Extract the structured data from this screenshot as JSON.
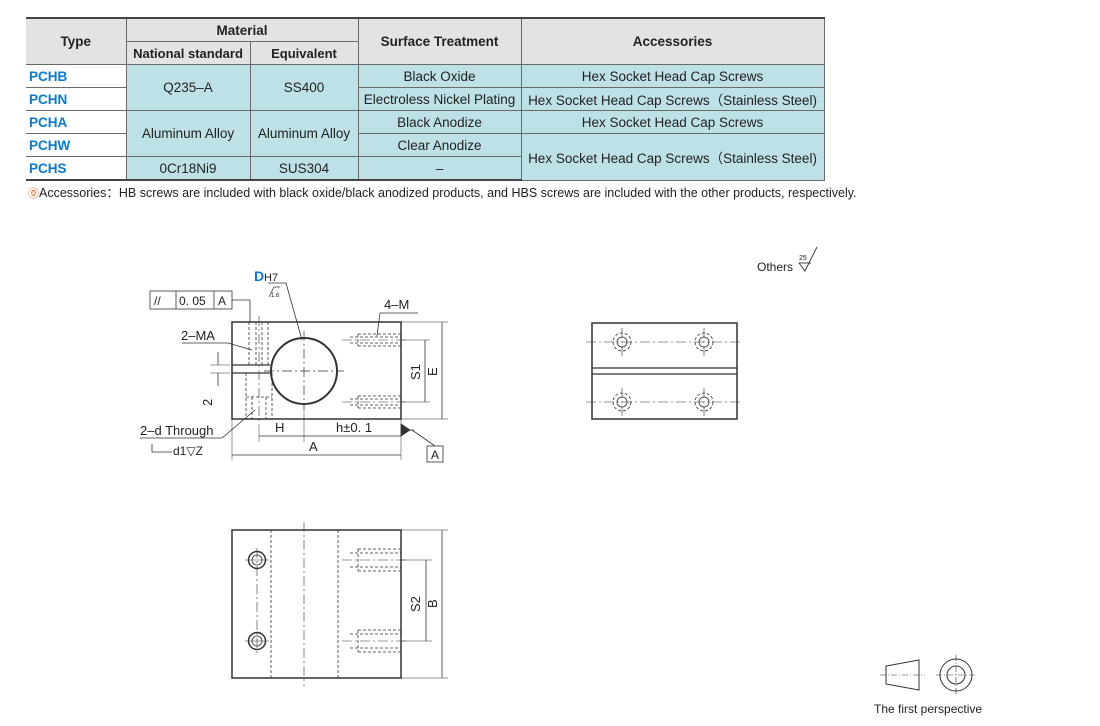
{
  "table": {
    "header": {
      "type": "Type",
      "material": "Material",
      "national_standard": "National standard",
      "equivalent": "Equivalent",
      "surface_treatment": "Surface Treatment",
      "accessories": "Accessories"
    },
    "rows": {
      "pchb": {
        "type": "PCHB",
        "surface": "Black Oxide",
        "accessories": "Hex Socket Head Cap Screws"
      },
      "pchn": {
        "type": "PCHN",
        "surface": "Electroless Nickel Plating",
        "accessories": "Hex Socket Head Cap Screws（Stainless Steel)"
      },
      "pcha": {
        "type": "PCHA",
        "surface": "Black Anodize",
        "accessories": "Hex Socket Head Cap Screws"
      },
      "pchw": {
        "type": "PCHW",
        "surface": "Clear Anodize"
      },
      "pchs": {
        "type": "PCHS",
        "national": "0Cr18Ni9",
        "equivalent": "SUS304",
        "surface": "–"
      }
    },
    "merged": {
      "steel_national": "Q235–A",
      "steel_equivalent": "SS400",
      "alu_national": "Aluminum Alloy",
      "alu_equivalent": "Aluminum Alloy",
      "stainless_accessories": "Hex Socket Head Cap Screws（Stainless Steel)"
    }
  },
  "footnote": {
    "mark": "⓪",
    "text": "Accessories：HB screws are included with black oxide/black anodized products,  and HBS screws are included with the other products,  respectively."
  },
  "drawing": {
    "bore_label": "D",
    "bore_tolerance": "H7",
    "roughness_small": "1.6",
    "parallel_symbol": "//",
    "parallel_value": "0. 05",
    "datum_ref": "A",
    "label_4m": "4–M",
    "label_2ma": "2–MA",
    "label_2": "2",
    "label_s1": "S1",
    "label_e": "E",
    "label_h": "H",
    "label_h_tol": "h±0. 1",
    "label_a": "A",
    "label_datum": "A",
    "label_2d": "2–d Through",
    "label_d1": "d1▽Z",
    "label_s2": "S2",
    "label_b": "B",
    "others": "Others",
    "roughness_others": "25",
    "first_perspective": "The first perspective"
  },
  "colors": {
    "type_blue": "#0a79d1",
    "row_fill": "#bde1e6",
    "header_fill": "#e3e3e3",
    "footnote_mark": "#e25a1c"
  }
}
